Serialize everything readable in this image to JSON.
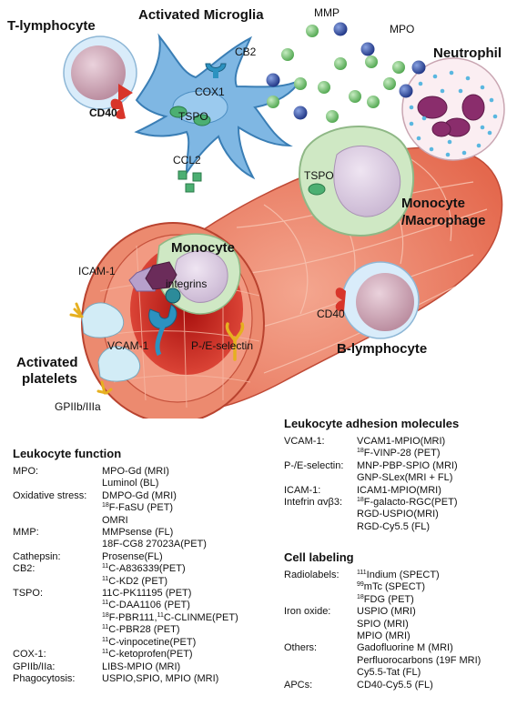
{
  "labels": {
    "t_lymphocyte": "T-lymphocyte",
    "activated_microglia": "Activated Microglia",
    "mmp": "MMP",
    "mpo": "MPO",
    "neutrophil": "Neutrophil",
    "cb2": "CB2",
    "cox1": "COX1",
    "cd40_t": "CD40",
    "tspo_microglia": "TSPO",
    "ccl2": "CCL2",
    "tspo_macrophage": "TSPO",
    "monocyte_macrophage_1": "Monocyte",
    "monocyte_macrophage_2": "/Macrophage",
    "monocyte": "Monocyte",
    "icam1": "ICAM-1",
    "integrins": "integrins",
    "vcam1": "VCAM-1",
    "pe_selectin": "P-/E-selectin",
    "cd40_b": "CD40",
    "b_lymphocyte": "B-lymphocyte",
    "activated_platelets_1": "Activated",
    "activated_platelets_2": "platelets",
    "gpiib": "GPIIb/IIIa"
  },
  "leukocyte_function": {
    "title": "Leukocyte function",
    "rows": [
      {
        "key": "MPO:",
        "val": "MPO-Gd (MRI)"
      },
      {
        "key": "",
        "val": "Luminol (BL)"
      },
      {
        "key": "Oxidative stress:",
        "val": "DMPO-Gd (MRI)"
      },
      {
        "key": "",
        "sup": "18",
        "val": "F-FaSU (PET)"
      },
      {
        "key": "",
        "val": "OMRI"
      },
      {
        "key": "MMP:",
        "val": "MMPsense (FL)"
      },
      {
        "key": "",
        "val": "18F-CG8 27023A(PET)"
      },
      {
        "key": "Cathepsin:",
        "val": "Prosense(FL)"
      },
      {
        "key": "CB2:",
        "sup": "11",
        "val": "C-A836339(PET)"
      },
      {
        "key": "",
        "sup": "11",
        "val": "C-KD2 (PET)"
      },
      {
        "key": "TSPO:",
        "val": "11C-PK11195 (PET)"
      },
      {
        "key": "",
        "sup": "11",
        "val": "C-DAA1106 (PET)"
      },
      {
        "key": "",
        "sup": "18",
        "val": "F-PBR111,",
        "sup2": "11",
        "val2": "C-CLINME(PET)"
      },
      {
        "key": "",
        "sup": "11",
        "val": "C-PBR28 (PET)"
      },
      {
        "key": "",
        "sup": "11",
        "val": "C-vinpocetine(PET)"
      },
      {
        "key": "COX-1:",
        "sup": "11",
        "val": "C-ketoprofen(PET)"
      },
      {
        "key": "GPIIb/IIa:",
        "val": "LIBS-MPIO (MRI)"
      },
      {
        "key": "Phagocytosis:",
        "val": "USPIO,SPIO, MPIO (MRI)"
      }
    ]
  },
  "adhesion": {
    "title": "Leukocyte adhesion molecules",
    "rows": [
      {
        "key": "VCAM-1:",
        "val": "VCAM1-MPIO(MRI)"
      },
      {
        "key": "",
        "sup": "18",
        "val": "F-VINP-28 (PET)"
      },
      {
        "key": "P-/E-selectin:",
        "val": "MNP-PBP-SPIO (MRI)"
      },
      {
        "key": "",
        "val": "GNP-SLex(MRI + FL)"
      },
      {
        "key": "ICAM-1:",
        "val": "ICAM1-MPIO(MRI)"
      },
      {
        "key": "Intefrin αvβ3:",
        "sup": "18",
        "val": "F-galacto-RGC(PET)"
      },
      {
        "key": "",
        "val": "RGD-USPIO(MRI)"
      },
      {
        "key": "",
        "val": "RGD-Cy5.5 (FL)"
      }
    ]
  },
  "cell_labeling": {
    "title": "Cell labeling",
    "rows": [
      {
        "key": "Radiolabels:",
        "sup": "111",
        "val": "Indium (SPECT)"
      },
      {
        "key": "",
        "sup": "99",
        "val": "mTc (SPECT)"
      },
      {
        "key": "",
        "sup": "18",
        "val": "FDG (PET)"
      },
      {
        "key": "Iron oxide:",
        "val": "USPIO (MRI)"
      },
      {
        "key": "",
        "val": "SPIO (MRI)"
      },
      {
        "key": "",
        "val": "MPIO (MRI)"
      },
      {
        "key": "Others:",
        "val": "Gadofluorine M (MRI)"
      },
      {
        "key": "",
        "val": "Perfluorocarbons (19F MRI)"
      },
      {
        "key": "",
        "val": "Cy5.5-Tat (FL)"
      },
      {
        "key": "APCs:",
        "val": "CD40-Cy5.5 (FL)"
      }
    ]
  },
  "colors": {
    "vessel": "#e8735a",
    "vessel_dark": "#c8412e",
    "microglia": "#7fb7e3",
    "green_particle": "#6cbf6a",
    "blue_particle": "#2f4fa8",
    "receptor_red": "#d8352a",
    "macrophage": "#cfe8c4",
    "nucleus": "#d9c9df"
  }
}
